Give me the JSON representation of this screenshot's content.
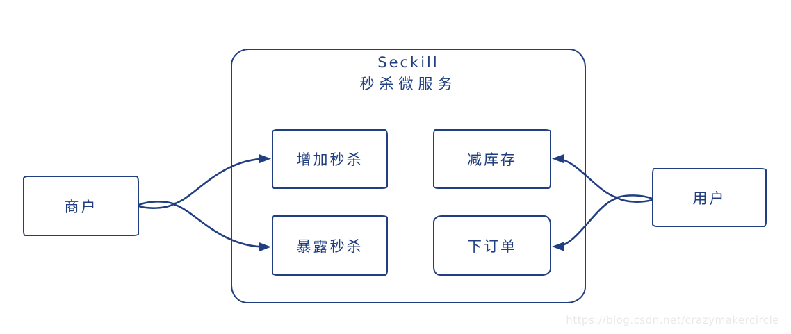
{
  "diagram": {
    "type": "flow",
    "container": {
      "title": "Seckill",
      "subtitle": "秒杀微服务"
    },
    "nodes": {
      "merchant": "商户",
      "user": "用户",
      "add_seckill": "增加秒杀",
      "reduce_stock": "减库存",
      "expose_seckill": "暴露秒杀",
      "place_order": "下订单"
    },
    "edges": [
      {
        "from": "merchant",
        "to": "add_seckill",
        "arrow": "to"
      },
      {
        "from": "merchant",
        "to": "expose_seckill",
        "arrow": "to"
      },
      {
        "from": "user",
        "to": "reduce_stock",
        "arrow": "to"
      },
      {
        "from": "user",
        "to": "place_order",
        "arrow": "to"
      }
    ],
    "watermark": "https://blog.csdn.net/crazymakercircle",
    "colors": {
      "ink": "#203e80",
      "bg": "#ffffff",
      "watermark_gray": "#e9e9eb"
    }
  }
}
